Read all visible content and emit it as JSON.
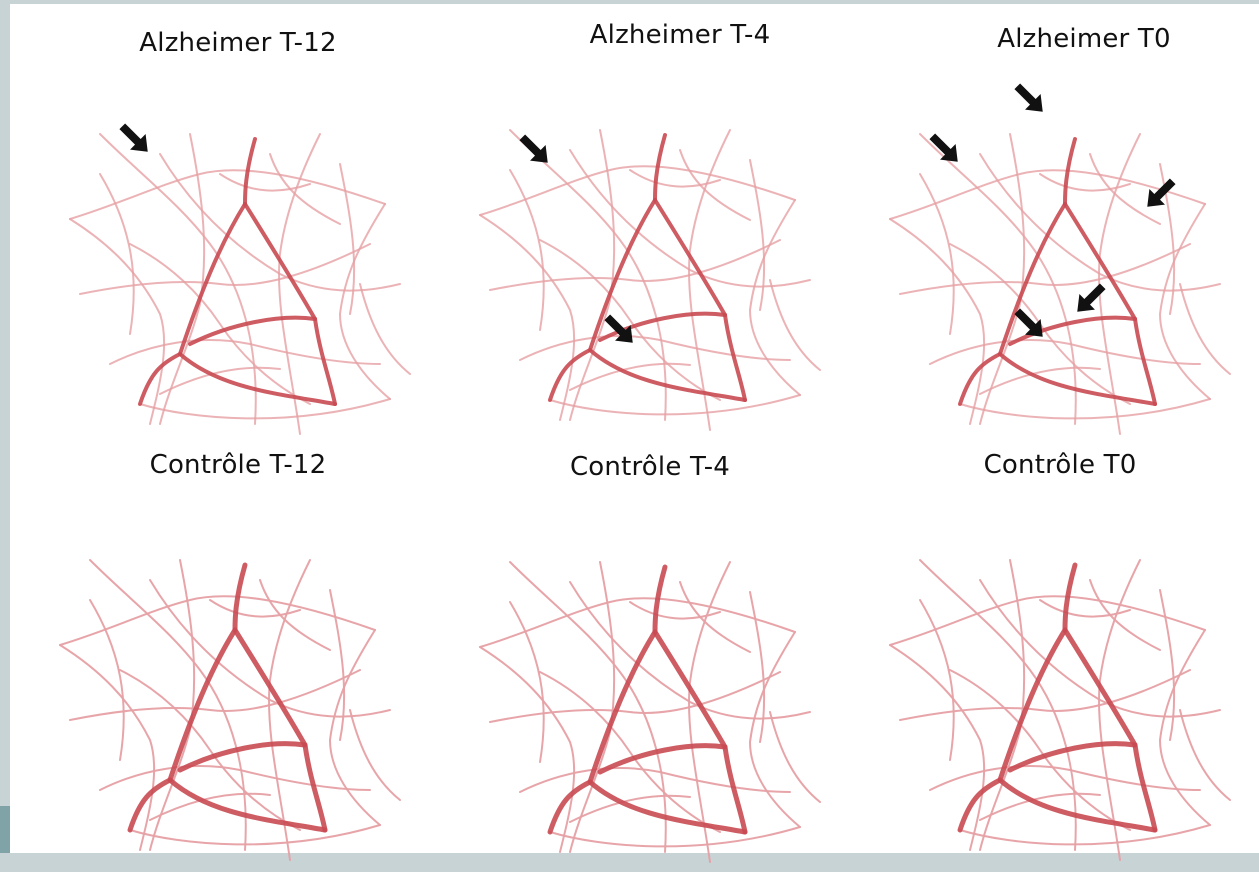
{
  "panels": [
    {
      "title": "Alzheimer T-12",
      "group": "alzheimer",
      "arrows": 1
    },
    {
      "title": "Alzheimer T-4",
      "group": "alzheimer",
      "arrows": 2
    },
    {
      "title": "Alzheimer T0",
      "group": "alzheimer",
      "arrows": 5
    },
    {
      "title": "Contrôle T-12",
      "group": "controle",
      "arrows": 0
    },
    {
      "title": "Contrôle T-4",
      "group": "controle",
      "arrows": 0
    },
    {
      "title": "Contrôle T0",
      "group": "controle",
      "arrows": 0
    }
  ],
  "colors": {
    "vessel": "#c94a52",
    "vessel_thin": "#e6a0a4",
    "arrow": "#111111",
    "background": "#ffffff"
  }
}
